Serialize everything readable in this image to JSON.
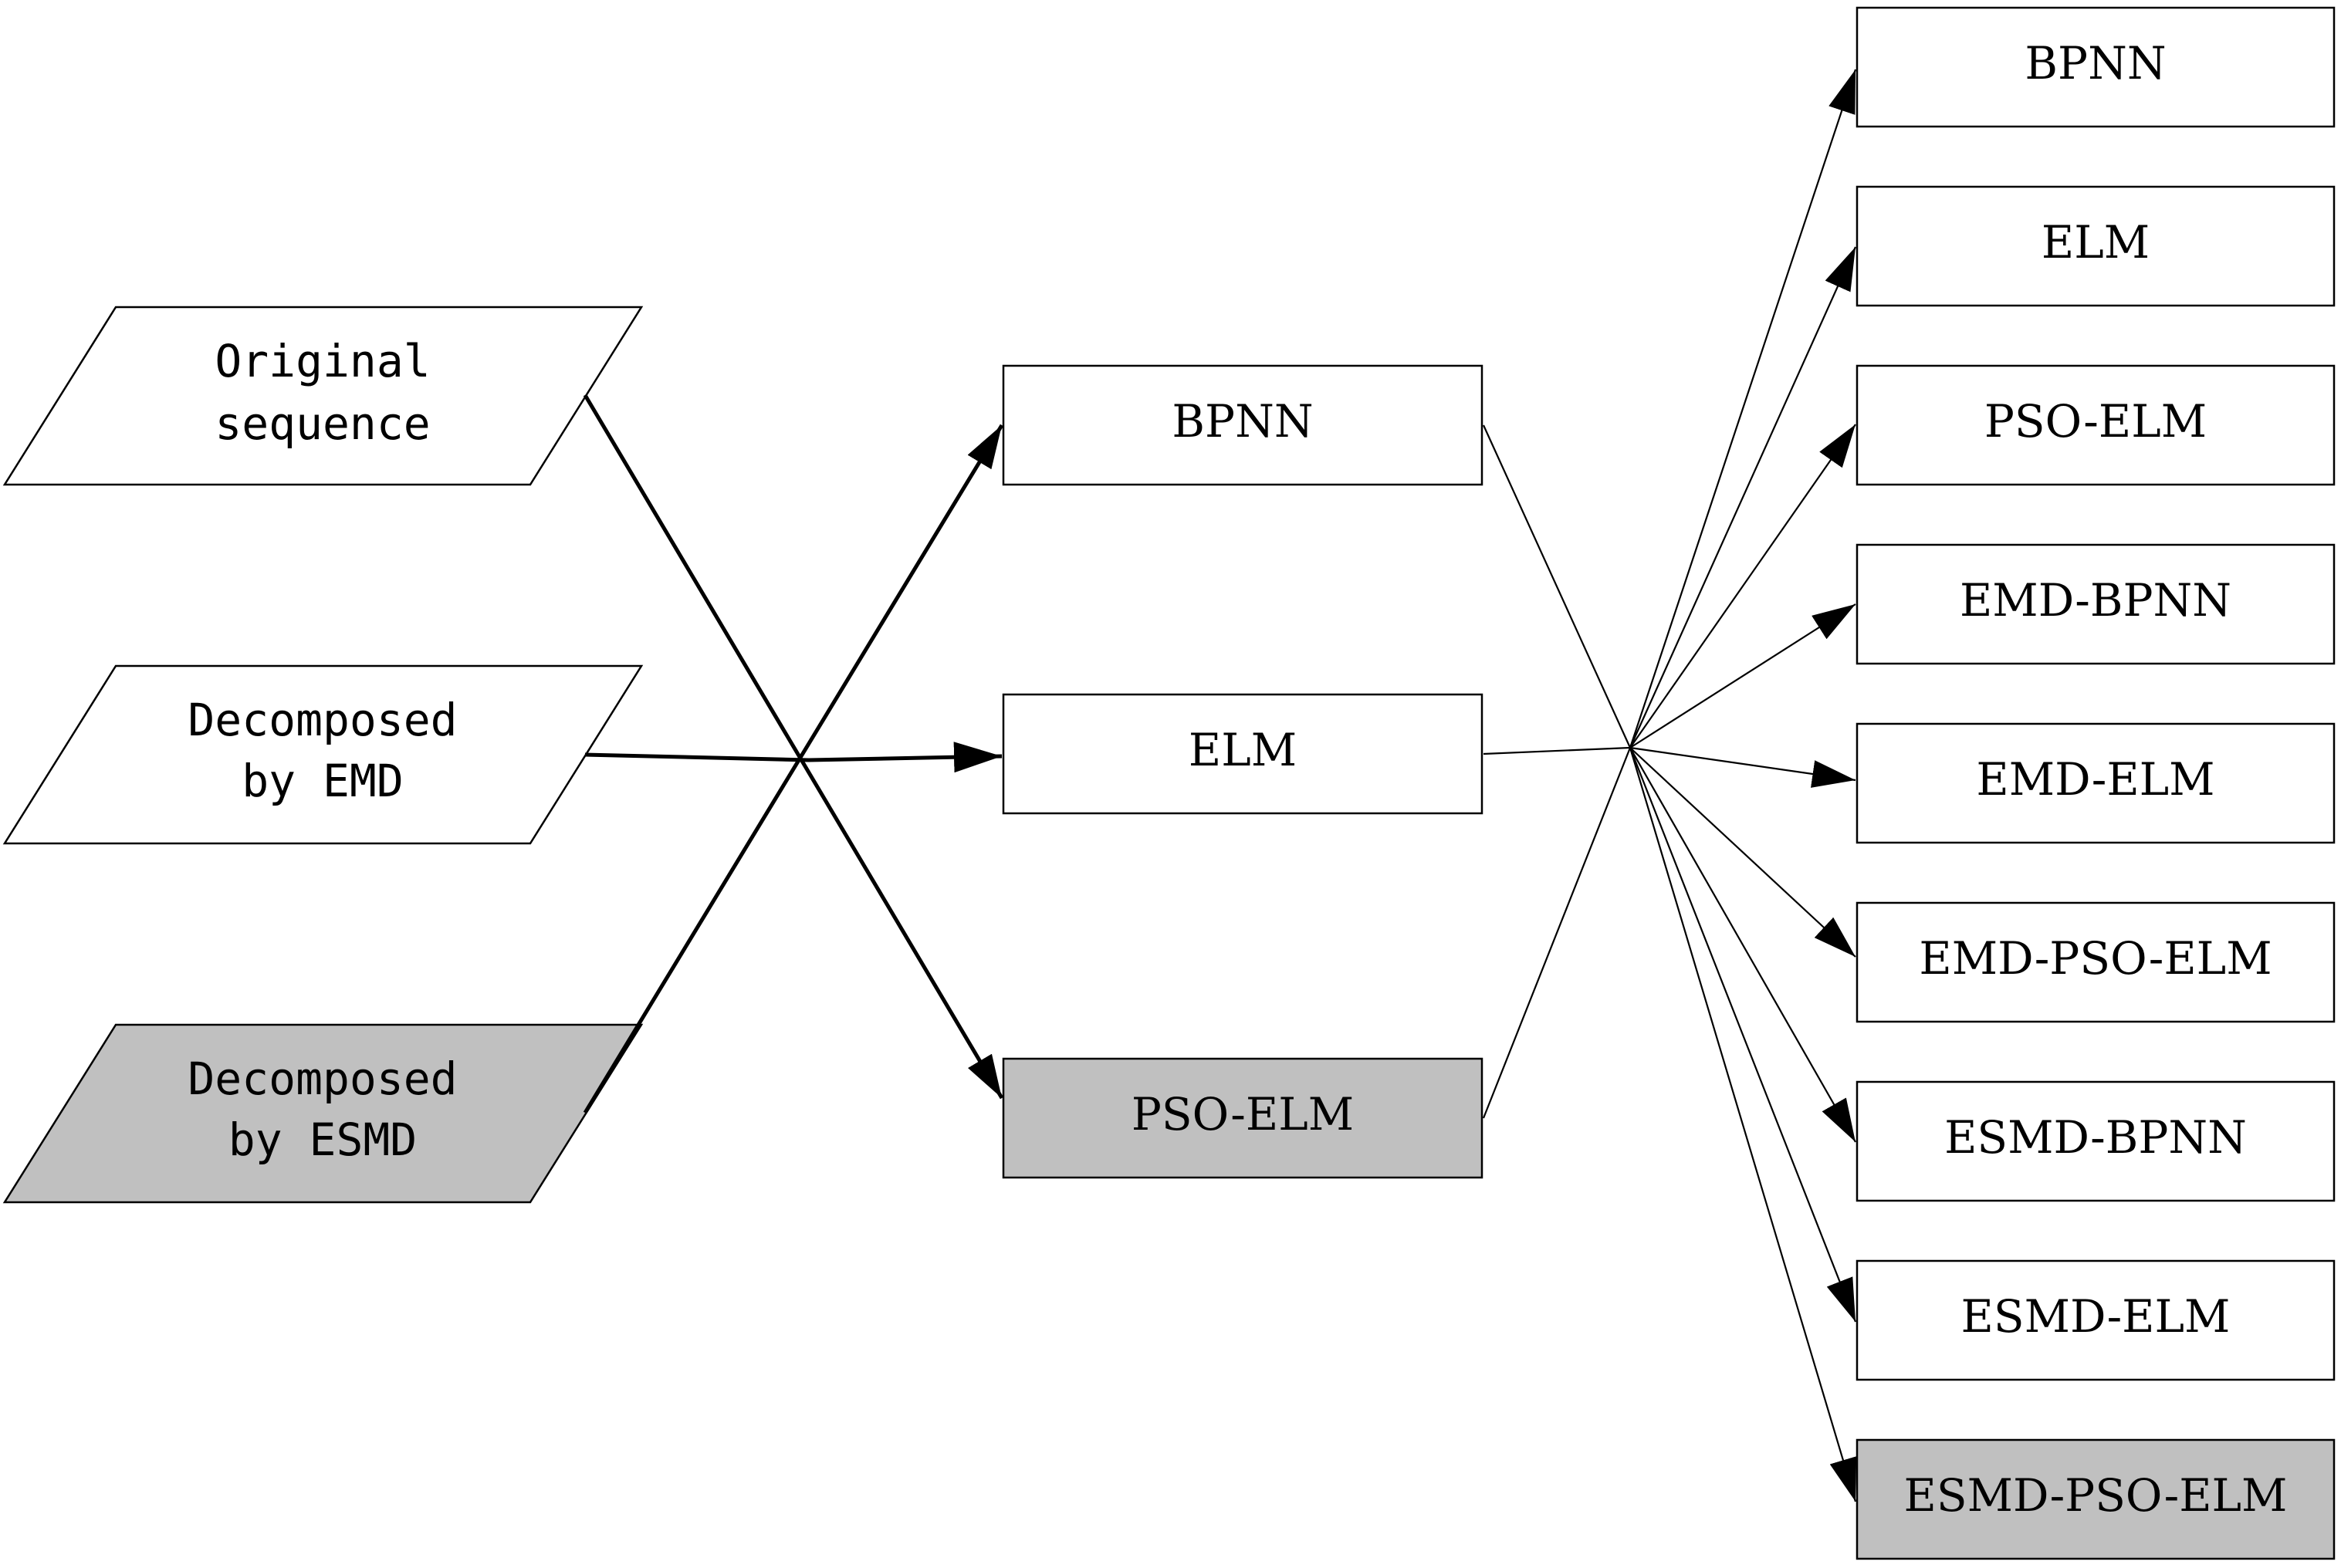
{
  "colors": {
    "highlight_fill": "#c0c0c0",
    "default_fill": "#ffffff",
    "stroke": "#000000"
  },
  "inputs": [
    {
      "line1": "Original",
      "line2": "sequence",
      "highlighted": false
    },
    {
      "line1": "Decomposed",
      "line2": "by EMD",
      "highlighted": false
    },
    {
      "line1": "Decomposed",
      "line2": "by ESMD",
      "highlighted": true
    }
  ],
  "models": [
    {
      "label": "BPNN",
      "highlighted": false
    },
    {
      "label": "ELM",
      "highlighted": false
    },
    {
      "label": "PSO-ELM",
      "highlighted": true
    }
  ],
  "combos": [
    {
      "label": "BPNN",
      "highlighted": false
    },
    {
      "label": "ELM",
      "highlighted": false
    },
    {
      "label": "PSO-ELM",
      "highlighted": false
    },
    {
      "label": "EMD-BPNN",
      "highlighted": false
    },
    {
      "label": "EMD-ELM",
      "highlighted": false
    },
    {
      "label": "EMD-PSO-ELM",
      "highlighted": false
    },
    {
      "label": "ESMD-BPNN",
      "highlighted": false
    },
    {
      "label": "ESMD-ELM",
      "highlighted": false
    },
    {
      "label": "ESMD-PSO-ELM",
      "highlighted": true
    }
  ]
}
